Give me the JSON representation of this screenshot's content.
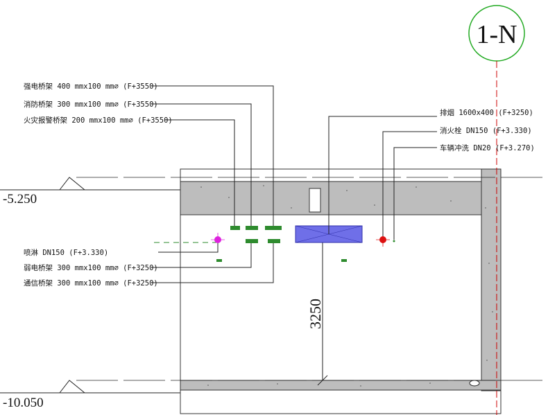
{
  "grid_axis": {
    "label": "1-N",
    "color": "#22aa22"
  },
  "elevations": {
    "upper": "-5.250",
    "lower": "-10.050"
  },
  "dimension": {
    "value": "3250"
  },
  "labels_left_top": {
    "strong_tray": "强电桥架 400 mmx100 mm⌀ (F+3550)",
    "fire_tray": "消防桥架 300 mmx100 mm⌀ (F+3550)",
    "alarm_tray": "火灾报警桥架 200 mmx100 mm⌀ (F+3550)"
  },
  "labels_right_top": {
    "smoke_duct": "排烟 1600x400 (F+3250)",
    "hydrant": "消火栓 DN150 (F+3.330)",
    "car_wash": "车辆冲洗 DN20 (F+3.270)"
  },
  "labels_left_bottom": {
    "sprinkler": "喷淋 DN150 (F+3.330)",
    "weak_tray": "弱电桥架 300 mmx100 mm⌀ (F+3250)",
    "comm_tray": "通信桥架 300 mmx100 mm⌀ (F+3250)"
  },
  "colors": {
    "concrete": "#bdbdbd",
    "tray_green": "#2e8b2e",
    "duct_blue": "#6f6fe8",
    "hydrant_red": "#dd1111",
    "sprinkler_magenta": "#dd22dd",
    "axis_red": "#cc0000"
  }
}
